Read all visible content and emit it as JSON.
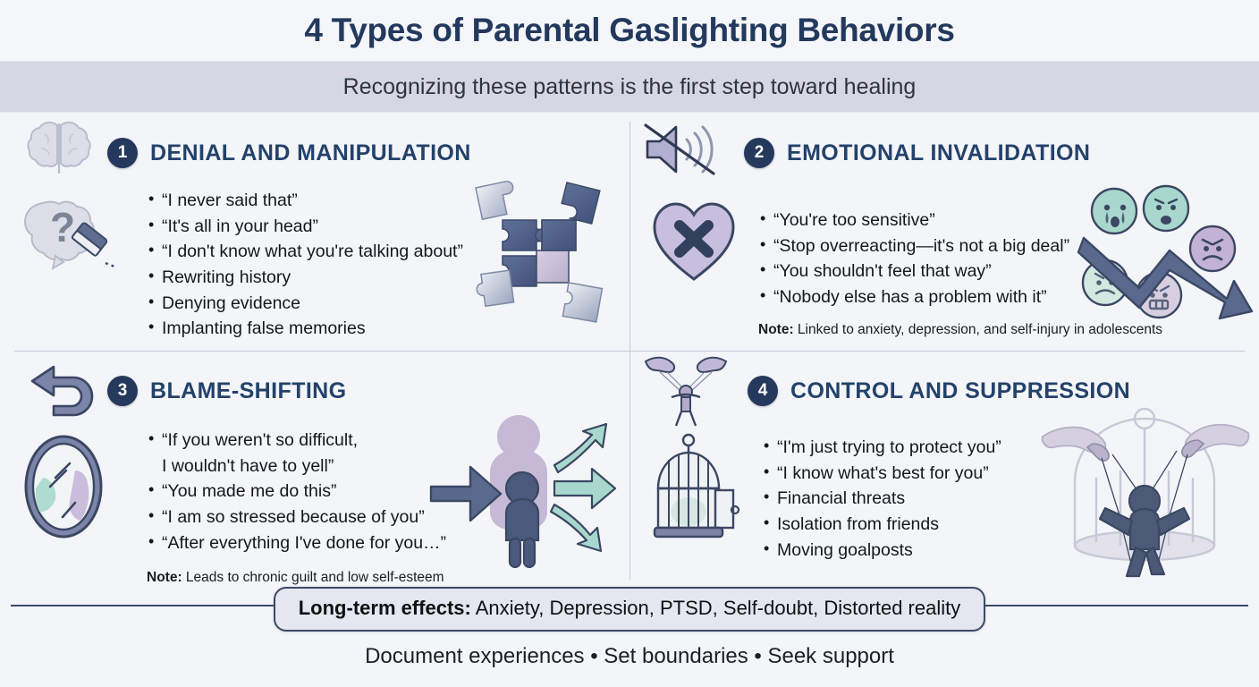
{
  "header": {
    "title": "4 Types of Parental Gaslighting Behaviors",
    "subtitle": "Recognizing these patterns is the first step toward healing"
  },
  "theme": {
    "navy": "#23395d",
    "title_blue": "#23426b",
    "badge_bg": "#24395c",
    "lavender": "#c5bcd8",
    "slate": "#5a6b91",
    "teal": "#9fd3c7",
    "band_bg": "#d6d7e2",
    "page_bg": "#f4f5f9"
  },
  "quadrants": [
    {
      "number": "1",
      "title": "DENIAL AND MANIPULATION",
      "icons": [
        "brain-icon",
        "thought-bubble-eraser-icon",
        "puzzle-pieces-icon"
      ],
      "bullets": [
        "“I never said that”",
        "“It's all in your head”",
        "“I don't know what you're talking about”",
        "Rewriting history",
        "Denying evidence",
        "Implanting false memories"
      ],
      "note_label": "",
      "note_text": ""
    },
    {
      "number": "2",
      "title": "EMOTIONAL INVALIDATION",
      "icons": [
        "muted-speaker-icon",
        "heart-x-icon",
        "sad-faces-declining-arrow-icon"
      ],
      "bullets": [
        "“You're too sensitive”",
        "“Stop overreacting—it's not a big deal”",
        "“You shouldn't feel that way”",
        "“Nobody else has a problem with it”"
      ],
      "note_label": "Note:",
      "note_text": " Linked to anxiety, depression, and self-injury in adolescents"
    },
    {
      "number": "3",
      "title": "BLAME-SHIFTING",
      "icons": [
        "undo-arrow-icon",
        "mirror-icon",
        "blame-deflection-icon"
      ],
      "bullets": [
        "“If you weren't so difficult,\nI wouldn't have to yell”",
        "“You made me do this”",
        "“I am so stressed because of you”",
        "“After everything I've done for you…”"
      ],
      "note_label": "Note:",
      "note_text": " Leads to chronic guilt and low self-esteem"
    },
    {
      "number": "4",
      "title": "CONTROL AND SUPPRESSION",
      "icons": [
        "puppet-hands-icon",
        "birdcage-icon",
        "marionette-cage-icon"
      ],
      "bullets": [
        "“I'm just trying to protect you”",
        "“I know what's best for you”",
        "Financial threats",
        "Isolation from friends",
        "Moving goalposts"
      ],
      "note_label": "",
      "note_text": ""
    }
  ],
  "footer": {
    "effects_label": "Long-term effects:",
    "effects_text": " Anxiety, Depression, PTSD, Self-doubt, Distorted reality",
    "tagline": "Document experiences • Set boundaries • Seek support"
  }
}
